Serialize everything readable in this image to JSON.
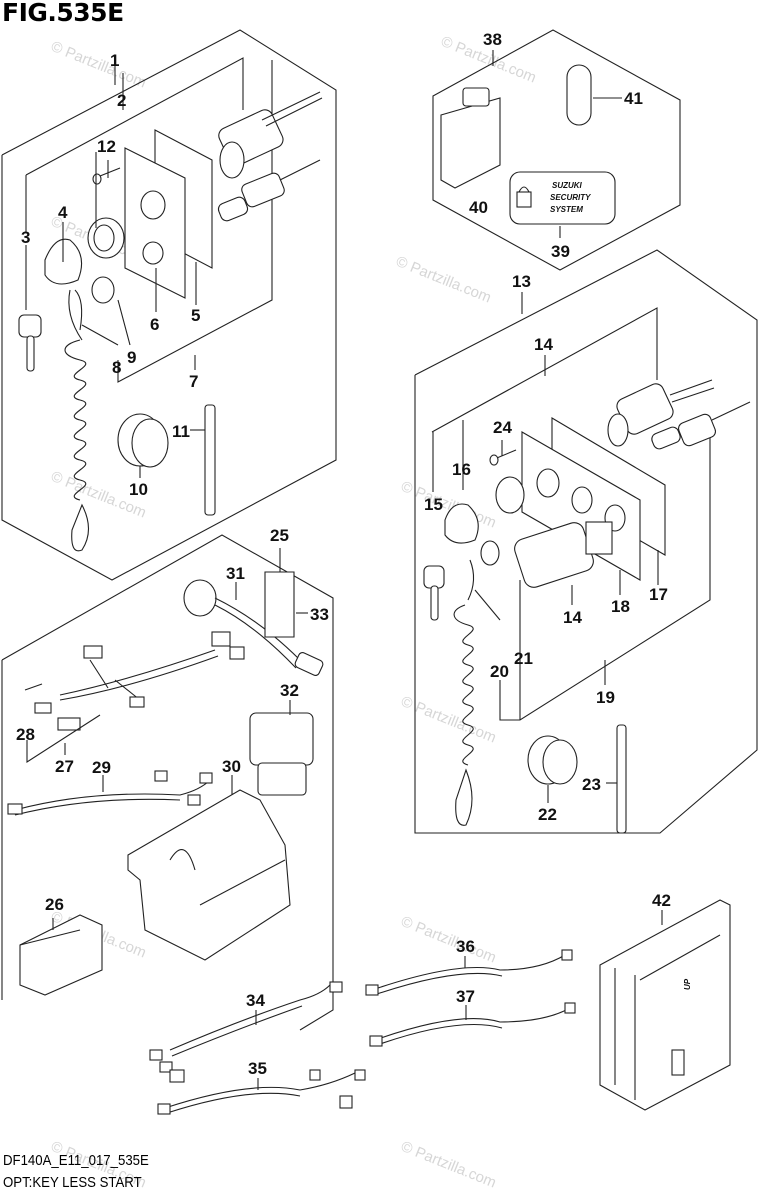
{
  "figure": {
    "title": "FIG.535E",
    "model_code": "DF140A_E11_017_535E",
    "section": "OPT:KEY LESS START"
  },
  "watermark": "© Partzilla.com",
  "security_label": [
    "SUZUKI",
    "SECURITY",
    "SYSTEM"
  ],
  "unit_marking": "UP",
  "callouts": [
    "1",
    "2",
    "3",
    "4",
    "5",
    "6",
    "7",
    "8",
    "9",
    "10",
    "11",
    "12",
    "13",
    "14",
    "15",
    "16",
    "17",
    "18",
    "19",
    "20",
    "21",
    "22",
    "23",
    "24",
    "25",
    "26",
    "27",
    "28",
    "29",
    "30",
    "31",
    "32",
    "33",
    "34",
    "35",
    "36",
    "37",
    "38",
    "39",
    "40",
    "41",
    "42"
  ],
  "callout_14_repeat": "14",
  "groups": {
    "top_left_panel": [
      "1",
      "2",
      "3",
      "4",
      "5",
      "6",
      "7",
      "8",
      "9",
      "10",
      "11",
      "12"
    ],
    "security_kit": [
      "38",
      "39",
      "40",
      "41"
    ],
    "right_panel": [
      "13",
      "14",
      "15",
      "16",
      "17",
      "18",
      "19",
      "20",
      "21",
      "22",
      "23",
      "24"
    ],
    "harness_kit": [
      "25",
      "27",
      "28",
      "29",
      "30",
      "31",
      "32",
      "33"
    ],
    "loose_parts": [
      "26",
      "34",
      "35",
      "36",
      "37",
      "42"
    ]
  }
}
